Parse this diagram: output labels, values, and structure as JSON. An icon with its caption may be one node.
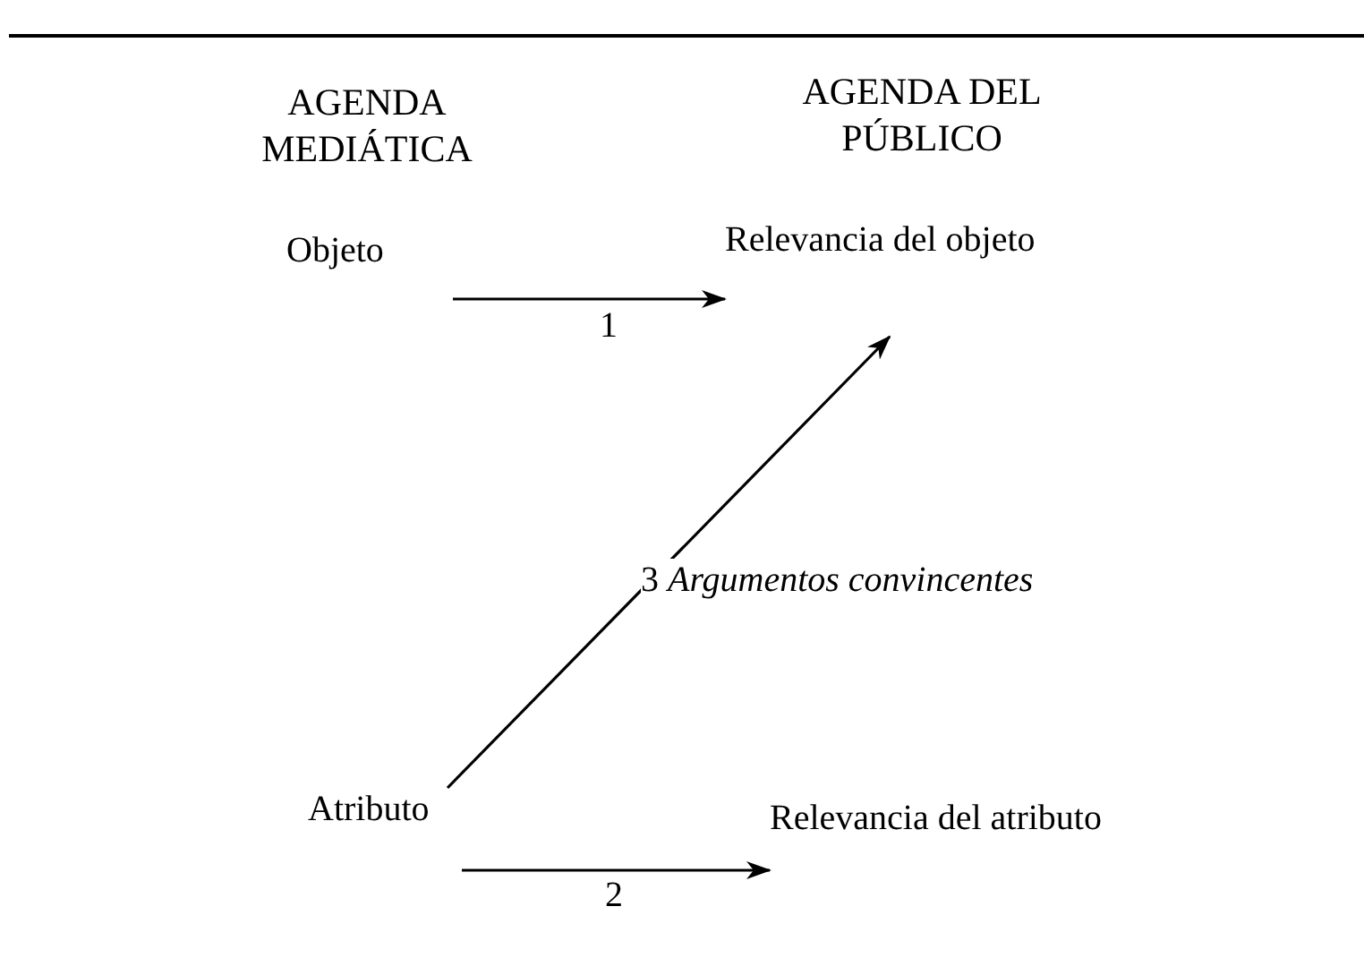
{
  "diagram": {
    "nodes": [
      {
        "text": [
          "Objeto"
        ]
      },
      {
        "text": [
          "Relevancia del objeto"
        ]
      },
      {
        "text": [
          "Atributo"
        ]
      },
      {
        "text": [
          "Relevancia del atributo"
        ]
      }
    ],
    "edges": [
      {
        "from": 0,
        "to": 1,
        "arrow": "to",
        "label": "1"
      },
      {
        "from": 2,
        "to": 3,
        "arrow": "to",
        "label": "2"
      },
      {
        "from": 2,
        "to": 1,
        "arrow": "to",
        "label": "3 *Argumentos convincentes*"
      }
    ],
    "labels": [
      "AGENDA MEDIÁTICA",
      "AGENDA DEL PÚBLICO"
    ]
  }
}
